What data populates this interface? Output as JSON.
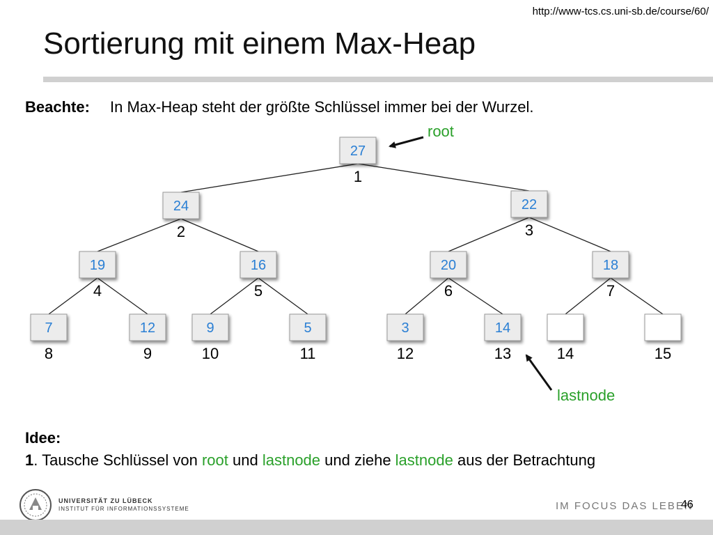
{
  "header": {
    "source_url": "http://www-tcs.cs.uni-sb.de/course/60/",
    "title": "Sortierung mit einem Max-Heap"
  },
  "note": {
    "label": "Beachte:",
    "text": "In Max-Heap steht der größte Schlüssel immer bei der Wurzel."
  },
  "heap": {
    "nodes": [
      {
        "index": "1",
        "key": "27"
      },
      {
        "index": "2",
        "key": "24"
      },
      {
        "index": "3",
        "key": "22"
      },
      {
        "index": "4",
        "key": "19"
      },
      {
        "index": "5",
        "key": "16"
      },
      {
        "index": "6",
        "key": "20"
      },
      {
        "index": "7",
        "key": "18"
      },
      {
        "index": "8",
        "key": "7"
      },
      {
        "index": "9",
        "key": "12"
      },
      {
        "index": "10",
        "key": "9"
      },
      {
        "index": "11",
        "key": "5"
      },
      {
        "index": "12",
        "key": "3"
      },
      {
        "index": "13",
        "key": "14"
      },
      {
        "index": "14",
        "key": ""
      },
      {
        "index": "15",
        "key": ""
      }
    ],
    "root_label": "root",
    "lastnode_label": "lastnode"
  },
  "idea": {
    "label": "Idee:",
    "step_number": "1",
    "step_parts": [
      ". Tausche Schlüssel von ",
      "root",
      " und ",
      "lastnode",
      " und ziehe ",
      "lastnode",
      " aus der Betrachtung"
    ]
  },
  "footer": {
    "university": "UNIVERSITÄT ZU LÜBECK",
    "institute": "INSTITUT FÜR INFORMATIONSSYSTEME",
    "slogan": "IM FOCUS DAS LEBEN",
    "page_number": "46"
  },
  "colors": {
    "key_text": "#2a7fd4",
    "highlight": "#2aa02a",
    "rule": "#d0d0d0"
  }
}
